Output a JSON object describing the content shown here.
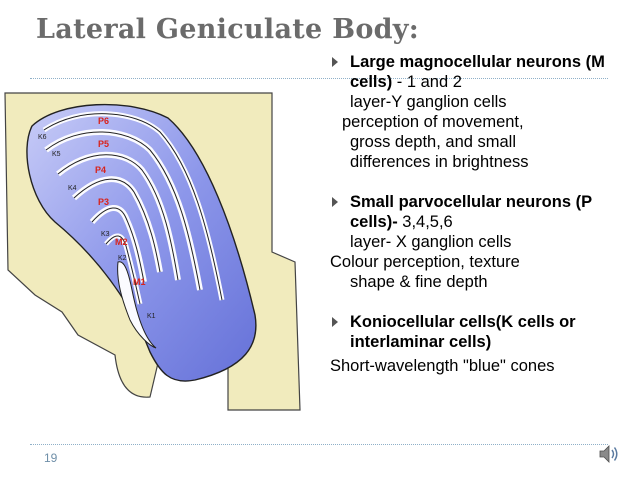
{
  "slide": {
    "title": "Lateral Geniculate Body:",
    "page_number": "19",
    "icons": [
      "speaker-icon",
      "bullet-arrow-icon"
    ],
    "colors": {
      "title": "#6b6b6b",
      "layer_blue": "#7b86e6",
      "layer_label": "#d8231c",
      "rule": "#8fb0c8"
    }
  },
  "diagram": {
    "layer_labels": {
      "P6": "P6",
      "P5": "P5",
      "P4": "P4",
      "P3": "P3",
      "M2": "M2",
      "M1": "M1",
      "K6": "K6",
      "K5": "K5",
      "K4": "K4",
      "K3": "K3",
      "K2": "K2",
      "K1": "K1"
    }
  },
  "bullets": {
    "m": {
      "bold": "Large magnocellular neurons (M cells)",
      "rest": " - 1 and 2",
      "line2": "layer-Y ganglion cells"
    },
    "m_desc": {
      "line1": "perception of movement,",
      "line2": "gross depth, and small",
      "line3": "differences in brightness"
    },
    "p": {
      "bold": "Small parvocellular neurons (P cells)-",
      "rest": " 3,4,5,6",
      "line2": "layer- X ganglion cells"
    },
    "p_desc": {
      "line1": "Colour perception, texture",
      "line2": "shape & fine depth"
    },
    "k": {
      "bold": "Koniocellular cells(K cells or interlaminar cells)"
    },
    "k_desc": {
      "line1": "Short-wavelength \"blue\" cones"
    }
  }
}
